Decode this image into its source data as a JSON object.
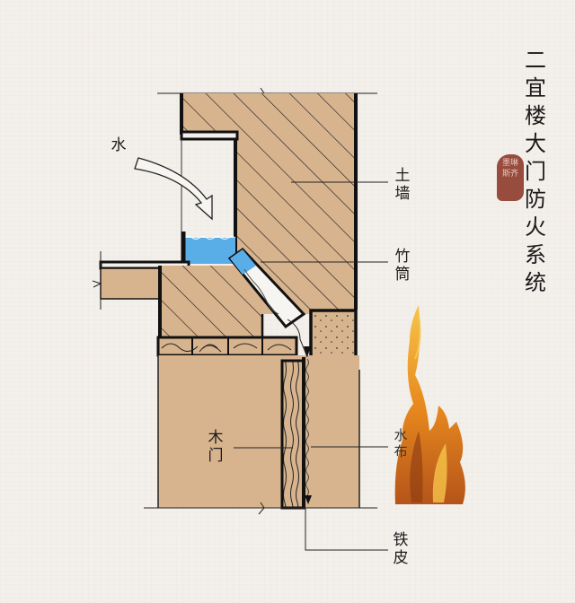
{
  "title": {
    "chars": [
      "二",
      "宜",
      "楼",
      "大",
      "门",
      "防",
      "火",
      "系",
      "统"
    ],
    "text": "二宜楼大门防火系统"
  },
  "seal": {
    "chars": [
      "墨",
      "琳",
      "斯",
      "齐"
    ]
  },
  "labels": {
    "water": "水",
    "earth_wall": [
      "土",
      "墙"
    ],
    "bamboo_tube": [
      "竹",
      "筒"
    ],
    "wooden_door": [
      "木",
      "门"
    ],
    "wet_cloth": [
      "水",
      "布"
    ],
    "iron_sheet": [
      "铁",
      "皮"
    ]
  },
  "colors": {
    "background": "#f3efea",
    "earth_fill": "#d7b48e",
    "outline": "#111111",
    "water": "#5aaee8",
    "flame_dark": "#b5541a",
    "flame_mid": "#e88a1e",
    "flame_light": "#f6c44a",
    "seal": "#8e3b2c"
  }
}
